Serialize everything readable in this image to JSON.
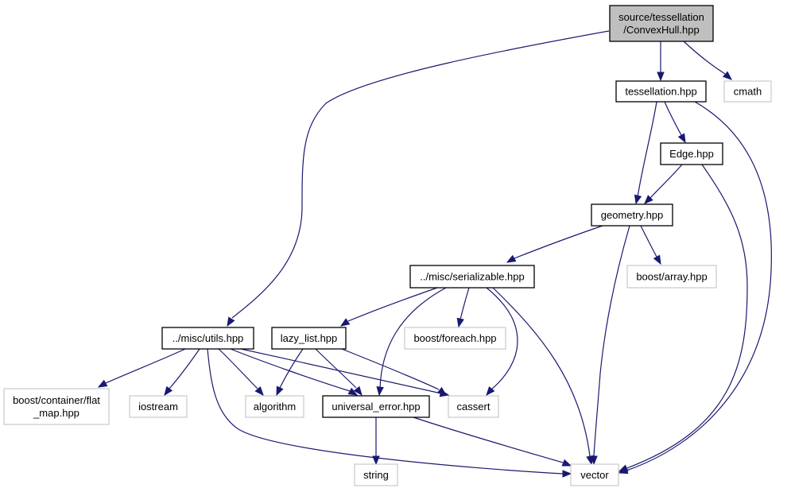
{
  "colors": {
    "edge": "#191970",
    "root_fill": "#bfbfbf",
    "internal_border": "#000000",
    "external_border": "#bfbfbf",
    "text": "#000000"
  },
  "nodes": [
    {
      "id": "convexhull",
      "kind": "root",
      "lines": [
        "source/tessellation",
        "/ConvexHull.hpp"
      ]
    },
    {
      "id": "tessellation",
      "kind": "internal",
      "lines": [
        "tessellation.hpp"
      ]
    },
    {
      "id": "cmath",
      "kind": "external",
      "lines": [
        "cmath"
      ]
    },
    {
      "id": "edge",
      "kind": "internal",
      "lines": [
        "Edge.hpp"
      ]
    },
    {
      "id": "geometry",
      "kind": "internal",
      "lines": [
        "geometry.hpp"
      ]
    },
    {
      "id": "serializable",
      "kind": "internal",
      "lines": [
        "../misc/serializable.hpp"
      ]
    },
    {
      "id": "boost_array",
      "kind": "external",
      "lines": [
        "boost/array.hpp"
      ]
    },
    {
      "id": "utils",
      "kind": "internal",
      "lines": [
        "../misc/utils.hpp"
      ]
    },
    {
      "id": "lazy_list",
      "kind": "internal",
      "lines": [
        "lazy_list.hpp"
      ]
    },
    {
      "id": "boost_foreach",
      "kind": "external",
      "lines": [
        "boost/foreach.hpp"
      ]
    },
    {
      "id": "flat_map",
      "kind": "external",
      "lines": [
        "boost/container/flat",
        "_map.hpp"
      ]
    },
    {
      "id": "iostream",
      "kind": "external",
      "lines": [
        "iostream"
      ]
    },
    {
      "id": "algorithm",
      "kind": "external",
      "lines": [
        "algorithm"
      ]
    },
    {
      "id": "universal_error",
      "kind": "internal",
      "lines": [
        "universal_error.hpp"
      ]
    },
    {
      "id": "cassert",
      "kind": "external",
      "lines": [
        "cassert"
      ]
    },
    {
      "id": "string",
      "kind": "external",
      "lines": [
        "string"
      ]
    },
    {
      "id": "vector",
      "kind": "external",
      "lines": [
        "vector"
      ]
    }
  ],
  "edges": [
    {
      "from": "convexhull",
      "to": "tessellation"
    },
    {
      "from": "convexhull",
      "to": "cmath"
    },
    {
      "from": "convexhull",
      "to": "utils"
    },
    {
      "from": "tessellation",
      "to": "edge"
    },
    {
      "from": "tessellation",
      "to": "geometry"
    },
    {
      "from": "tessellation",
      "to": "vector"
    },
    {
      "from": "edge",
      "to": "geometry"
    },
    {
      "from": "edge",
      "to": "vector"
    },
    {
      "from": "geometry",
      "to": "serializable"
    },
    {
      "from": "geometry",
      "to": "boost_array"
    },
    {
      "from": "geometry",
      "to": "vector"
    },
    {
      "from": "serializable",
      "to": "lazy_list"
    },
    {
      "from": "serializable",
      "to": "boost_foreach"
    },
    {
      "from": "serializable",
      "to": "universal_error"
    },
    {
      "from": "serializable",
      "to": "cassert"
    },
    {
      "from": "serializable",
      "to": "vector"
    },
    {
      "from": "utils",
      "to": "flat_map"
    },
    {
      "from": "utils",
      "to": "iostream"
    },
    {
      "from": "utils",
      "to": "algorithm"
    },
    {
      "from": "utils",
      "to": "universal_error"
    },
    {
      "from": "utils",
      "to": "cassert"
    },
    {
      "from": "utils",
      "to": "vector"
    },
    {
      "from": "lazy_list",
      "to": "algorithm"
    },
    {
      "from": "lazy_list",
      "to": "universal_error"
    },
    {
      "from": "lazy_list",
      "to": "cassert"
    },
    {
      "from": "universal_error",
      "to": "string"
    },
    {
      "from": "universal_error",
      "to": "vector"
    }
  ]
}
